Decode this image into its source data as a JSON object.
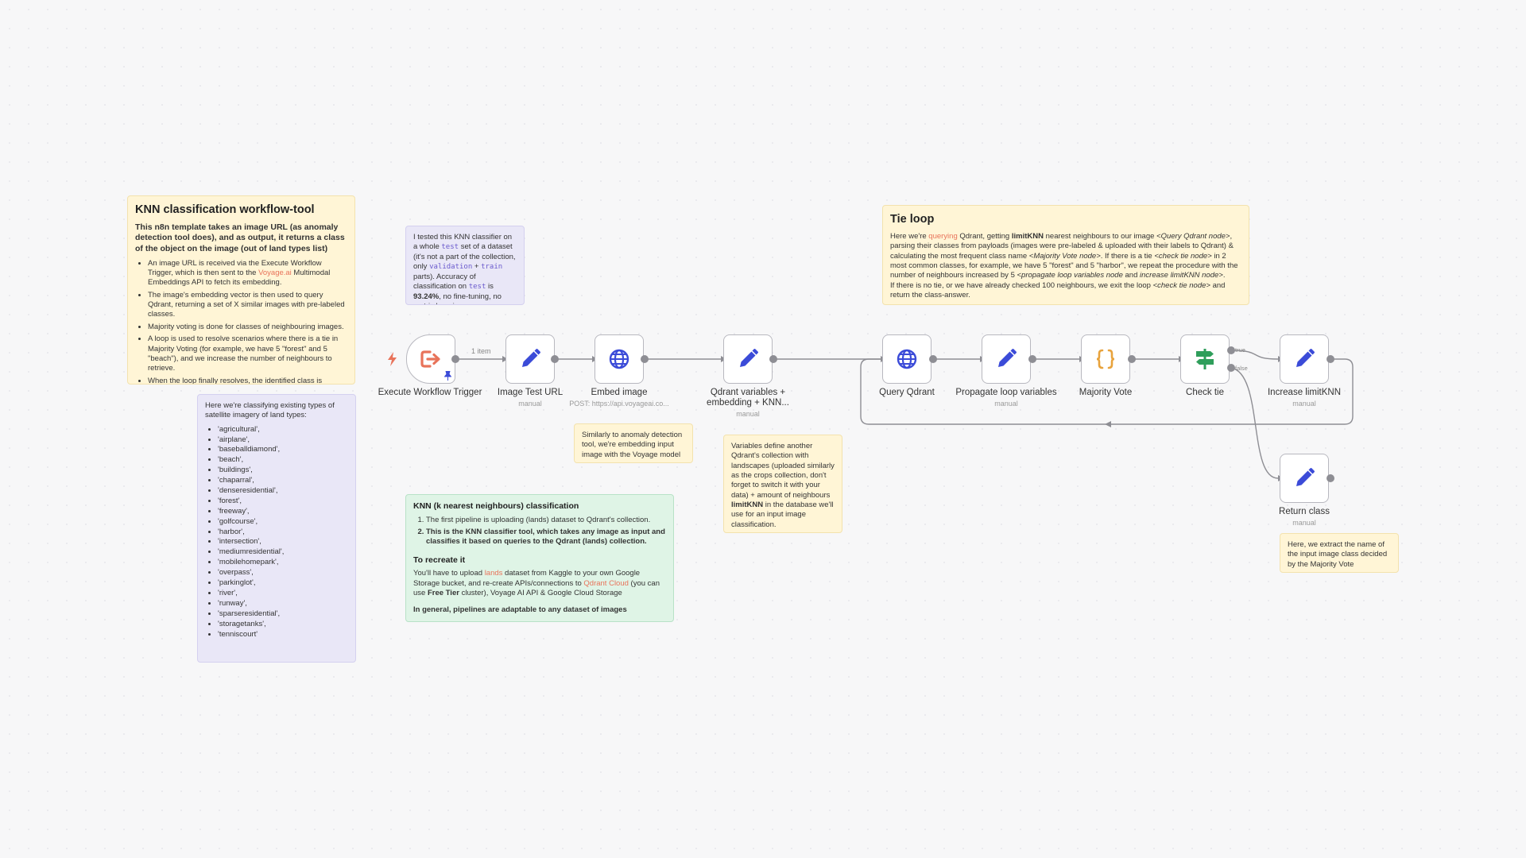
{
  "colors": {
    "accent": "#e8735a",
    "sticky_yellow": "#fff5d6",
    "sticky_purple": "#e9e7f7",
    "sticky_green": "#dff4e6",
    "edit_icon": "#3b4bd8",
    "code_icon": "#e8a33d",
    "switch_icon": "#2f9e5b"
  },
  "stickies": {
    "main": {
      "title": "KNN classification workflow-tool",
      "intro": "This n8n template takes an image URL (as anomaly detection tool does), and as output, it returns a class of the object on the image (out of land types list)",
      "b1_pre": "An image URL is received via the Execute Workflow Trigger, which is then sent to the ",
      "b1_link": "Voyage.ai",
      "b1_post": " Multimodal Embeddings API to fetch its embedding.",
      "b2": "The image's embedding vector is then used to query Qdrant, returning a set of X similar images with pre-labeled classes.",
      "b3": "Majority voting is done for classes of neighbouring images.",
      "b4": "A loop is used to resolve scenarios where there is a tie in Majority Voting (for example, we have 5 \"forest\" and 5 \"beach\"), and we increase the number of neighbours to retrieve.",
      "b5": "When the loop finally resolves, the identified class is returned to the calling workflow."
    },
    "classes": {
      "intro": "Here we're classifying existing types of satellite imagery of land types:",
      "items": [
        "'agricultural',",
        "'airplane',",
        "'baseballdiamond',",
        "'beach',",
        "'buildings',",
        "'chaparral',",
        "'denseresidential',",
        "'forest',",
        "'freeway',",
        "'golfcourse',",
        "'harbor',",
        "'intersection',",
        "'mediumresidential',",
        "'mobilehomepark',",
        "'overpass',",
        "'parkinglot',",
        "'river',",
        "'runway',",
        "'sparseresidential',",
        "'storagetanks',",
        "'tenniscourt'"
      ]
    },
    "tested": {
      "t1": "I tested this KNN classifier on a whole ",
      "c1": "test",
      "t2": " set of a dataset (it's not a part of the collection, only ",
      "c2": "validation",
      "t3": " + ",
      "c3": "train",
      "t4": " parts). Accuracy of classification on ",
      "c4": "test",
      "t5": " is ",
      "b1": "93.24%",
      "t6": ", no fine-tuning, no metric learning."
    },
    "similar": {
      "text": "Similarly to anomaly detection tool, we're embedding input image with the Voyage model"
    },
    "variables": {
      "t1": "Variables define another Qdrant's collection with landscapes (uploaded similarly as the crops collection, don't forget to switch it with your data) + amount of neighbours ",
      "b1": "limitKNN",
      "t2": " in the database we'll use for an input image classification."
    },
    "knn": {
      "title": "KNN (k nearest neighbours) classification",
      "i1": "The first pipeline is uploading (lands) dataset to Qdrant's collection.",
      "i2": "This is the KNN classifier tool, which takes any image as input and classifies it based on queries to the Qdrant (lands) collection.",
      "subtitle": "To recreate it",
      "r1": "You'll have to upload ",
      "r1_link": "lands",
      "r2": " dataset from Kaggle to your own Google Storage bucket, and re-create APIs/connections to ",
      "r2_link": "Qdrant Cloud",
      "r3": " (you can use ",
      "r3_b": "Free Tier",
      "r4": " cluster), Voyage AI API & Google Cloud Storage",
      "footer": "In general, pipelines are adaptable to any dataset of images"
    },
    "tie": {
      "title": "Tie loop",
      "t1": "Here we're ",
      "link": "querying",
      "t2": " Qdrant, getting ",
      "b1": "limitKNN",
      "t3": " nearest neighbours to our image ",
      "i1": "<Query Qdrant node>",
      "t4": ", parsing their classes from payloads (images were pre-labeled & uploaded with their labels to Qdrant) & calculating the most frequent class name ",
      "i2": "<Majority Vote node>",
      "t5": ". If there is a tie ",
      "i3": "<check tie node>",
      "t6": " in 2 most common classes, for example, we have 5 \"forest\" and 5 \"harbor\", we repeat the procedure with the number of neighbours increased by 5 ",
      "i4": "<propagate loop variables node",
      "t7": " and ",
      "i5": "increase limitKNN node>",
      "t8": ".",
      "t9": "If there is no tie, or we have already checked 100 neighbours, we exit the loop ",
      "i6": "<check tie node>",
      "t10": " and return the class-answer."
    },
    "extract": {
      "text": "Here, we extract the name of the input image class decided by the Majority Vote"
    }
  },
  "nodes": {
    "trigger": {
      "label": "Execute Workflow Trigger",
      "icon": "execute-workflow-icon"
    },
    "image_url": {
      "label": "Image Test URL",
      "sub": "manual",
      "icon": "pencil-icon"
    },
    "embed": {
      "label": "Embed image",
      "sub": "POST: https://api.voyageai.co...",
      "icon": "globe-icon"
    },
    "qvars": {
      "label": "Qdrant variables + embedding + KNN...",
      "sub": "manual",
      "icon": "pencil-icon"
    },
    "query": {
      "label": "Query Qdrant",
      "icon": "globe-icon"
    },
    "propagate": {
      "label": "Propagate loop variables",
      "sub": "manual",
      "icon": "pencil-icon"
    },
    "vote": {
      "label": "Majority Vote",
      "icon": "code-braces-icon"
    },
    "check": {
      "label": "Check tie",
      "icon": "switch-signpost-icon"
    },
    "increase": {
      "label": "Increase limitKNN",
      "sub": "manual",
      "icon": "pencil-icon"
    },
    "return": {
      "label": "Return class",
      "sub": "manual",
      "icon": "pencil-icon"
    }
  },
  "edges": {
    "items_label": "1 item",
    "true_label": "true",
    "false_label": "false"
  }
}
